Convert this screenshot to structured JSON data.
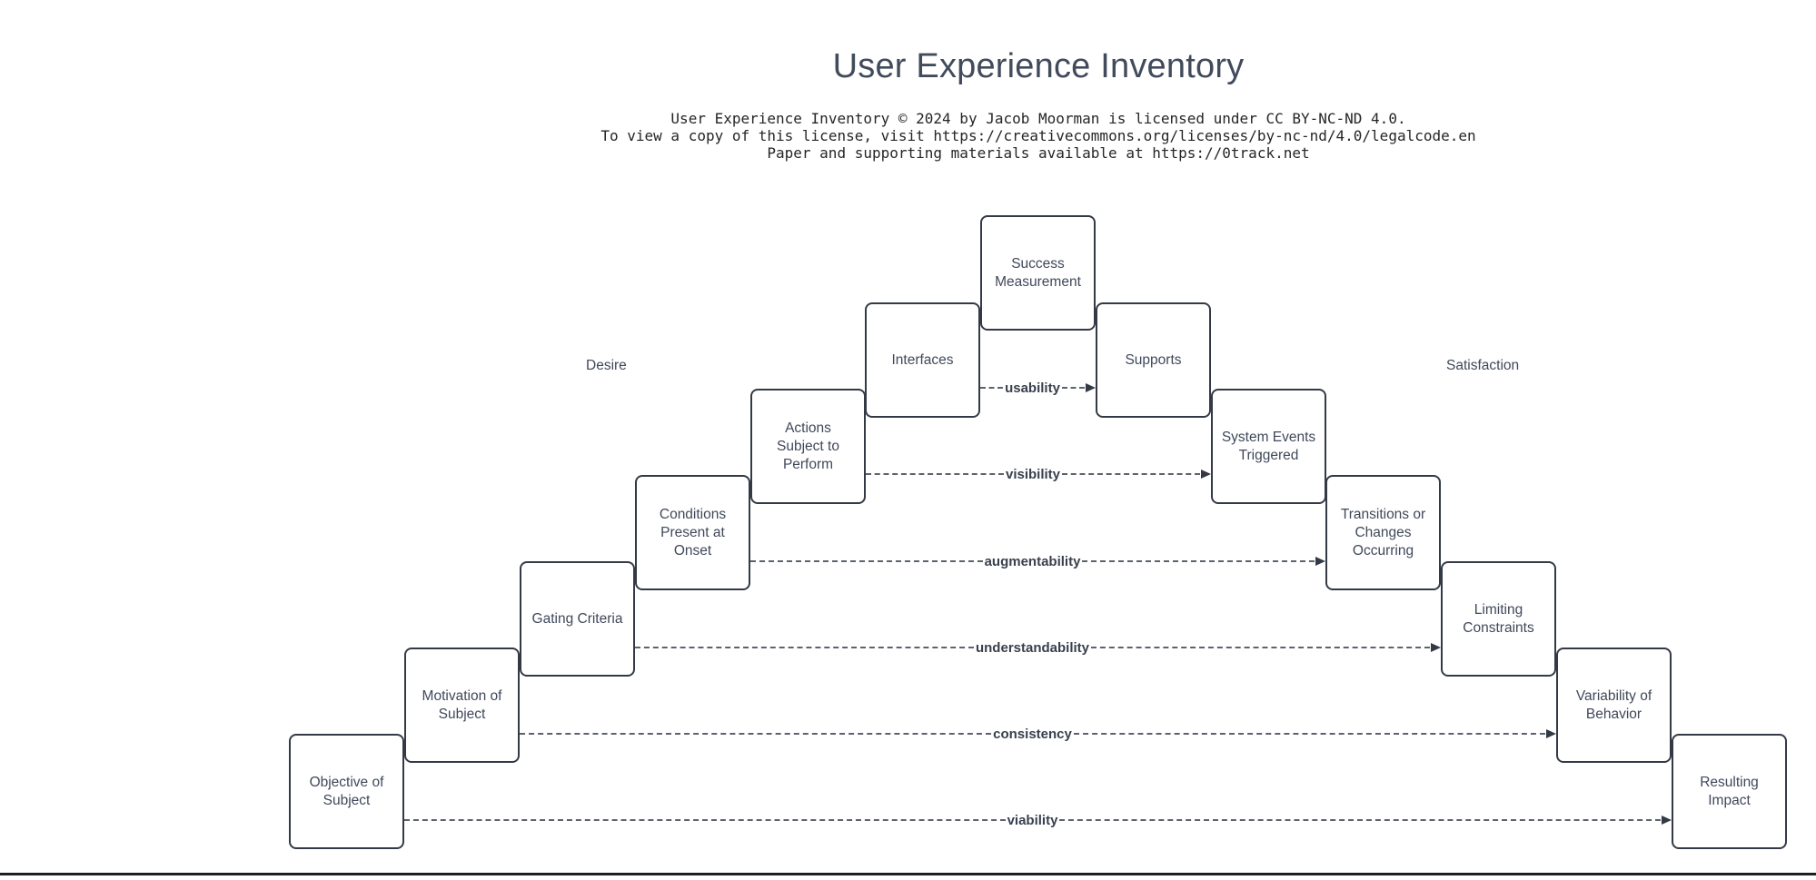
{
  "page": {
    "title": "User Experience Inventory"
  },
  "license": {
    "line1": "User Experience Inventory © 2024 by Jacob Moorman is licensed under CC BY-NC-ND 4.0.",
    "line2": "To view a copy of this license, visit https://creativecommons.org/licenses/by-nc-nd/4.0/legalcode.en",
    "line3": "Paper and supporting materials available at https://0track.net"
  },
  "diagram": {
    "left_stage_label": "Desire",
    "right_stage_label": "Satisfaction",
    "boxes": [
      {
        "id": "objective-of-subject",
        "label": "Objective of\nSubject"
      },
      {
        "id": "motivation-of-subject",
        "label": "Motivation of\nSubject"
      },
      {
        "id": "gating-criteria",
        "label": "Gating Criteria"
      },
      {
        "id": "conditions-present-at-onset",
        "label": "Conditions\nPresent at\nOnset"
      },
      {
        "id": "actions-subject-to-perform",
        "label": "Actions\nSubject to\nPerform"
      },
      {
        "id": "interfaces",
        "label": "Interfaces"
      },
      {
        "id": "success-measurement",
        "label": "Success\nMeasurement"
      },
      {
        "id": "supports",
        "label": "Supports"
      },
      {
        "id": "system-events-triggered",
        "label": "System Events\nTriggered"
      },
      {
        "id": "transitions-or-changes-occurring",
        "label": "Transitions or\nChanges\nOccurring"
      },
      {
        "id": "limiting-constraints",
        "label": "Limiting\nConstraints"
      },
      {
        "id": "variability-of-behavior",
        "label": "Variability of\nBehavior"
      },
      {
        "id": "resulting-impact",
        "label": "Resulting\nImpact"
      }
    ],
    "arrows": [
      {
        "label": "usability"
      },
      {
        "label": "visibility"
      },
      {
        "label": "augmentability"
      },
      {
        "label": "understandability"
      },
      {
        "label": "consistency"
      },
      {
        "label": "viability"
      }
    ],
    "colors": {
      "background": "#ffffff",
      "title_text": "#414b5b",
      "license_text": "#262626",
      "box_border": "#333a46",
      "box_text": "#40485a",
      "dash": "#5d636d",
      "arrow_label": "#39404d",
      "bottom_rule": "#1c1f26"
    }
  }
}
